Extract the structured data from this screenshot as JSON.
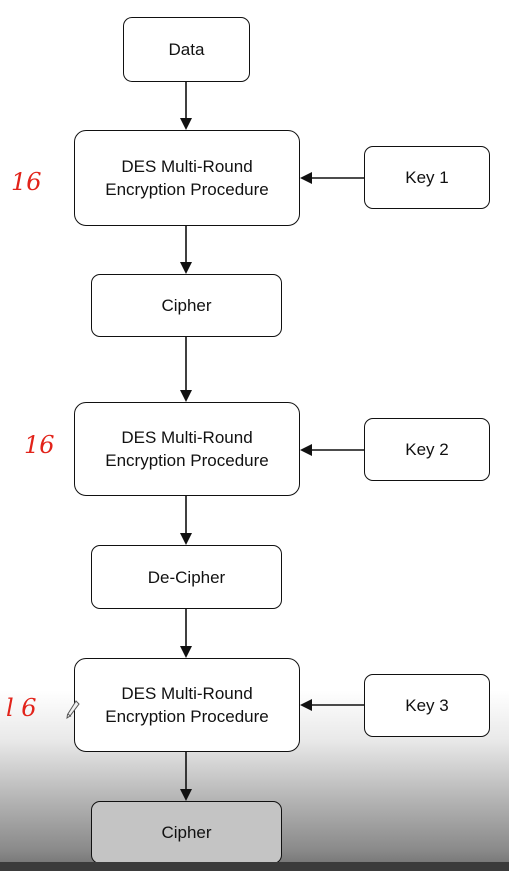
{
  "data_box": "Data",
  "stage1": {
    "process": "DES Multi-Round\nEncryption Procedure",
    "key": "Key 1",
    "rounds_note": "16"
  },
  "cipher_box": "Cipher",
  "stage2": {
    "process": "DES Multi-Round\nEncryption Procedure",
    "key": "Key 2",
    "rounds_note": "16"
  },
  "decipher_box": "De-Cipher",
  "stage3": {
    "process": "DES Multi-Round\nEncryption Procedure",
    "key": "Key 3",
    "rounds_note": "l 6"
  },
  "output_box": "Cipher",
  "colors": {
    "ink": "#e2231a",
    "line": "#111111",
    "box_fill": "#ffffff"
  },
  "icons": {
    "annotation_tool": "pencil-icon"
  }
}
